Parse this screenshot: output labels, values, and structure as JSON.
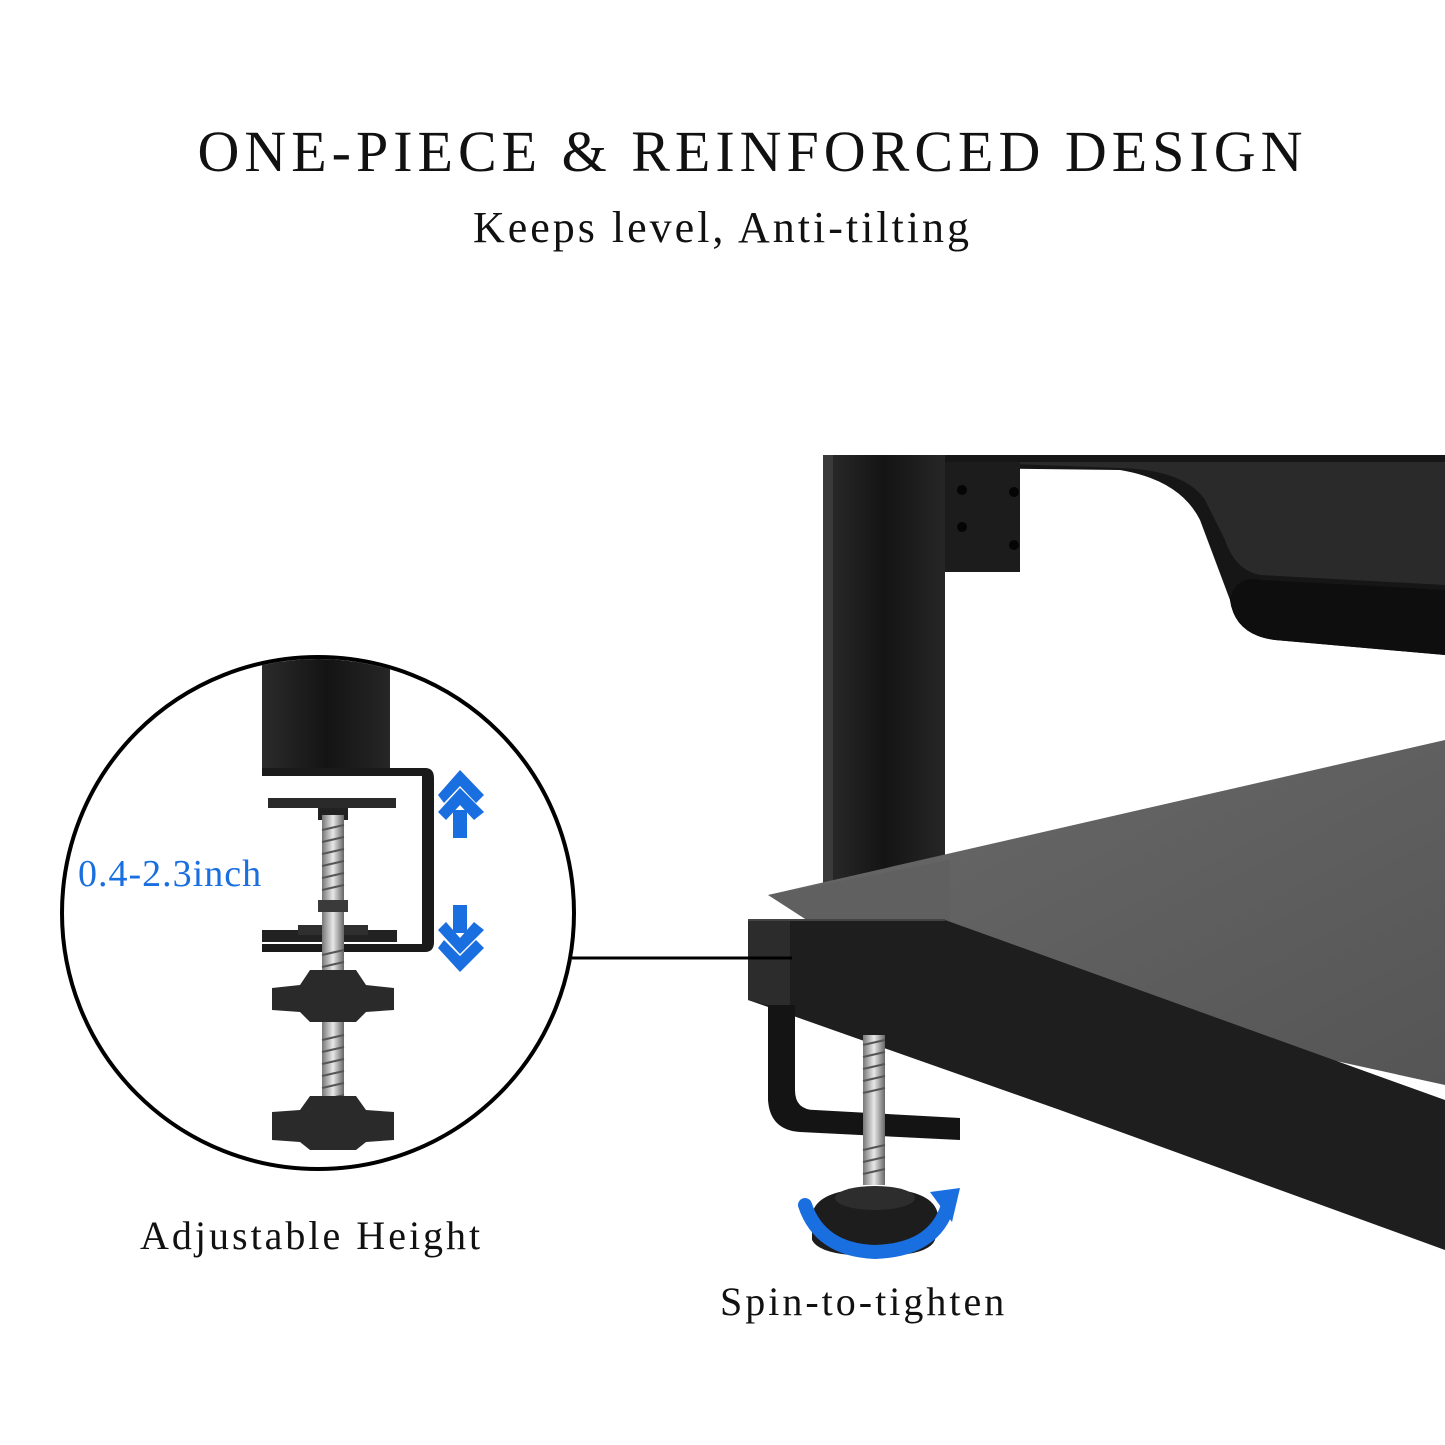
{
  "header": {
    "title": "ONE-PIECE & REINFORCED DESIGN",
    "subtitle": "Keeps level, Anti-tilting"
  },
  "detail": {
    "range_label": "0.4-2.3inch",
    "caption": "Adjustable Height"
  },
  "product": {
    "caption": "Spin-to-tighten"
  },
  "colors": {
    "accent": "#1a6fe0",
    "frame": "#1f1f1f",
    "shelf": "#5e5e5e"
  }
}
